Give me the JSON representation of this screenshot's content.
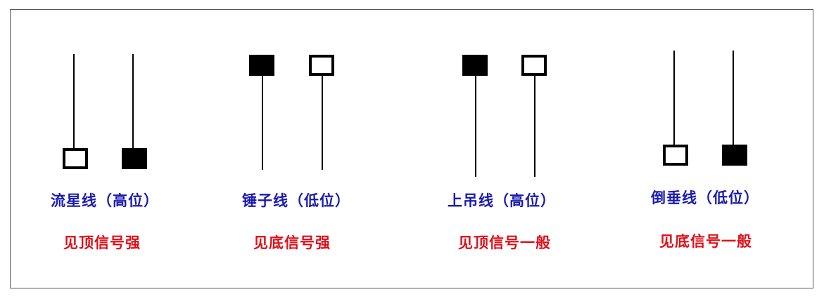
{
  "colors": {
    "name_text": "#1a1ab0",
    "signal_text": "#e0101a",
    "candle": "#000000",
    "frame_border": "#555555"
  },
  "patterns": [
    {
      "name": "流星线（高位）",
      "signal": "见顶信号强",
      "candles": [
        {
          "body": "hollow",
          "wick": "upper"
        },
        {
          "body": "filled",
          "wick": "upper"
        }
      ]
    },
    {
      "name": "锤子线（低位）",
      "signal": "见底信号强",
      "candles": [
        {
          "body": "filled",
          "wick": "lower"
        },
        {
          "body": "hollow",
          "wick": "lower"
        }
      ]
    },
    {
      "name": "上吊线（高位）",
      "signal": "见顶信号一般",
      "candles": [
        {
          "body": "filled",
          "wick": "lower"
        },
        {
          "body": "hollow",
          "wick": "lower"
        }
      ]
    },
    {
      "name": "倒垂线（低位）",
      "signal": "见底信号一般",
      "candles": [
        {
          "body": "hollow",
          "wick": "upper"
        },
        {
          "body": "filled",
          "wick": "upper"
        }
      ]
    }
  ]
}
